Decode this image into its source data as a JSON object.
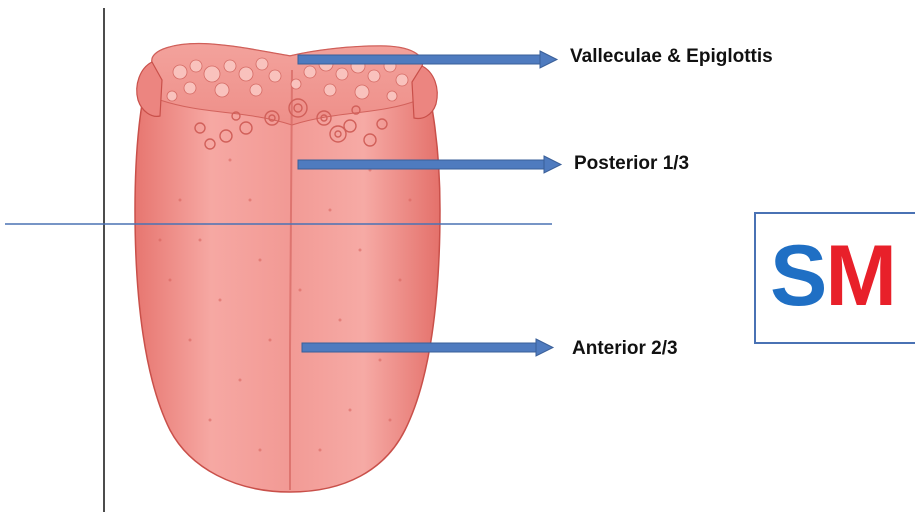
{
  "labels": {
    "valleculae": "Valleculae & Epiglottis",
    "posterior": "Posterior 1/3",
    "anterior": "Anterior 2/3"
  },
  "logo": {
    "s": "S",
    "m": "M",
    "s_color": "#1f6fc4",
    "m_color": "#e8202a"
  },
  "colors": {
    "tongue": "#f08a86",
    "tongue_dark": "#d9645f",
    "arrow": "#4f7bbf",
    "guide_line": "#4a72b4"
  }
}
